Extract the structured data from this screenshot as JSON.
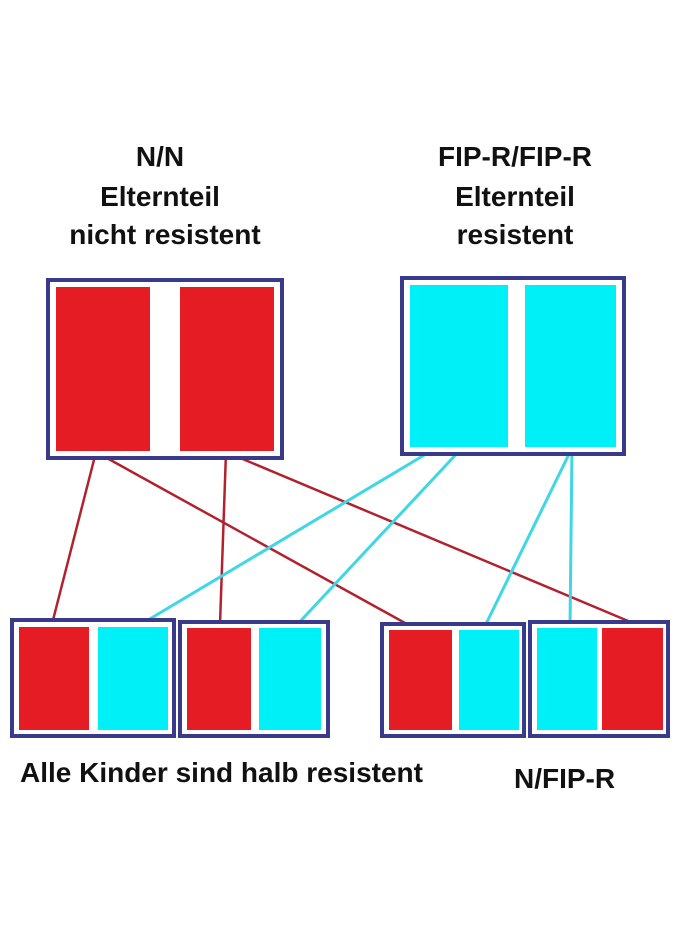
{
  "parents": [
    {
      "genotype": "N/N",
      "line1": "Elternteil",
      "line2": "nicht resistent",
      "alleles": [
        "red",
        "red"
      ]
    },
    {
      "genotype": "FIP-R/FIP-R",
      "line1": "Elternteil",
      "line2": "resistent",
      "alleles": [
        "cyan",
        "cyan"
      ]
    }
  ],
  "children": [
    {
      "alleles": [
        "red",
        "cyan"
      ]
    },
    {
      "alleles": [
        "red",
        "cyan"
      ]
    },
    {
      "alleles": [
        "red",
        "cyan"
      ]
    },
    {
      "alleles": [
        "cyan",
        "red"
      ]
    }
  ],
  "caption": "Alle Kinder sind halb resistent",
  "child_genotype": "N/FIP-R",
  "colors": {
    "red": "#e51c23",
    "cyan": "#00f0f8",
    "frame": "#3a3a8c",
    "red_line": "#b2222e",
    "cyan_line": "#3fd6e6"
  }
}
